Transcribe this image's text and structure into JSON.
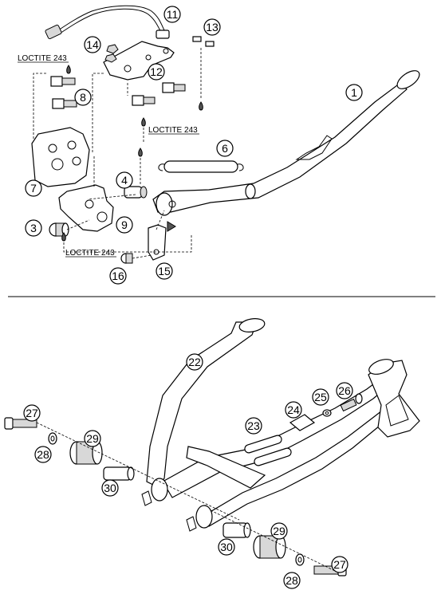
{
  "diagram": {
    "top_callouts": [
      "1",
      "3",
      "4",
      "6",
      "7",
      "8",
      "9",
      "11",
      "12",
      "13",
      "14",
      "15",
      "16"
    ],
    "bottom_callouts": [
      "22",
      "23",
      "24",
      "25",
      "26",
      "27",
      "28",
      "29",
      "30",
      "27",
      "28",
      "29",
      "30"
    ],
    "loctite_labels": [
      "LOCTITE 243",
      "LOCTITE 243",
      "LOCTITE 243"
    ]
  }
}
